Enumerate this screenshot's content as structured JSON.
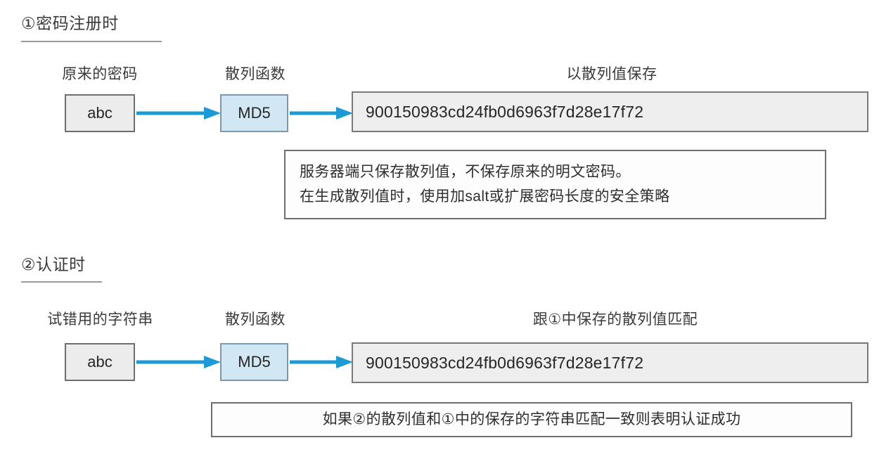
{
  "diagram": {
    "title_hidden": "",
    "accent_color": "#1b9ad6",
    "box_grey_fill": "#ececec",
    "box_blue_fill": "#d2e7f4",
    "sections": [
      {
        "heading": "①密码注册时",
        "input_caption": "原来的密码",
        "input_value": "abc",
        "function_caption": "散列函数",
        "function_value": "MD5",
        "output_caption": "以散列值保存",
        "output_value": "900150983cd24fb0d6963f7d28e17f72",
        "note_line1": "服务器端只保存散列值，不保存原来的明文密码。",
        "note_line2": "在生成散列值时，使用加salt或扩展密码长度的安全策略"
      },
      {
        "heading": "②认证时",
        "input_caption": "试错用的字符串",
        "input_value": "abc",
        "function_caption": "散列函数",
        "function_value": "MD5",
        "output_caption": "跟①中保存的散列值匹配",
        "output_value": "900150983cd24fb0d6963f7d28e17f72",
        "note_line1": "如果②的散列值和①中的保存的字符串匹配一致则表明认证成功"
      }
    ]
  }
}
